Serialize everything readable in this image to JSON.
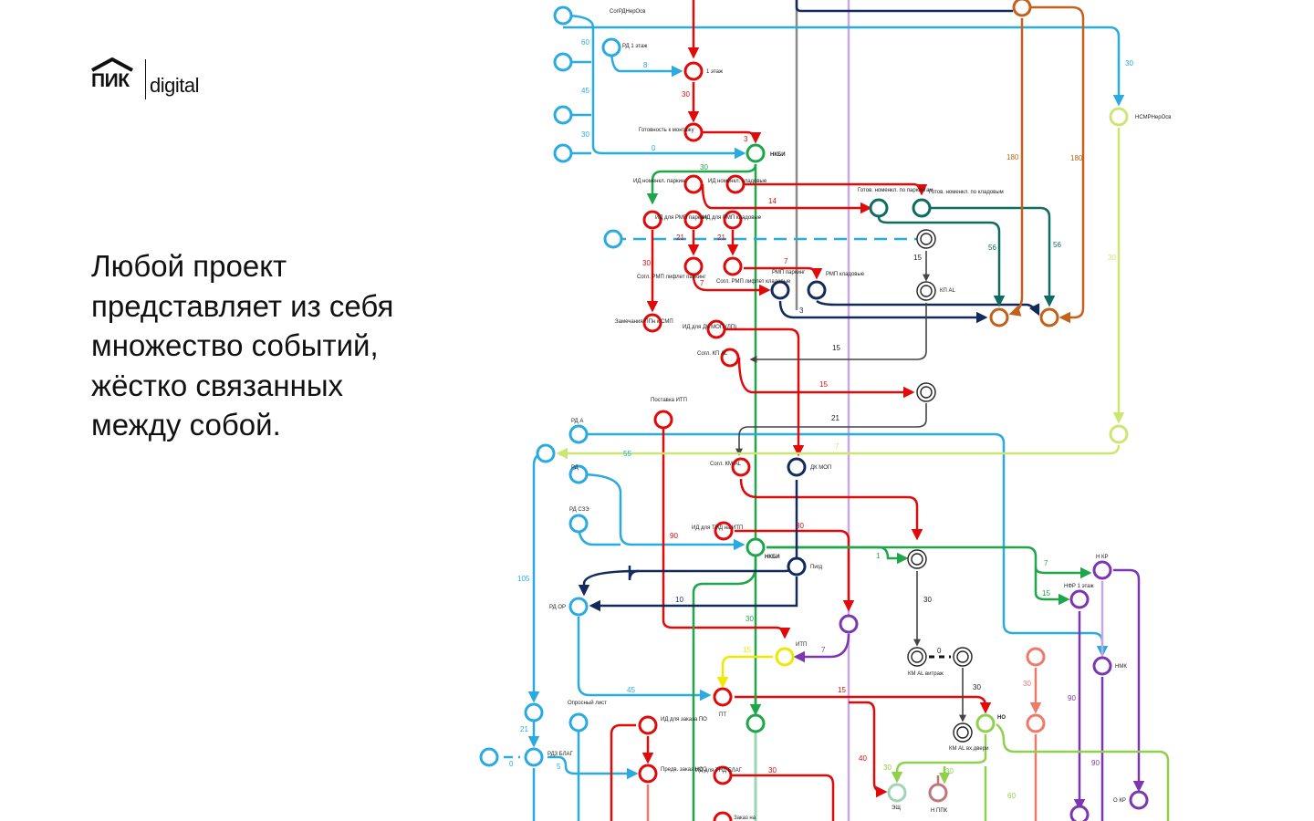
{
  "brand": {
    "logo_text": "ПИК",
    "product": "digital"
  },
  "headline": "Любой проект представляет из себя множество событий, жёстко связанных между собой.",
  "diagram": {
    "colors": {
      "cyan": "#29abe2",
      "red": "#e00a0a",
      "green": "#1fa64a",
      "navy": "#132a5c",
      "teal": "#0f6b63",
      "brown": "#c4601a",
      "lime": "#cde672",
      "purple": "#7b36b0",
      "violet": "#c8a8e0",
      "gray": "#8a8a8a",
      "yellow": "#f0e800",
      "salmon": "#f07a6a",
      "lightgreen": "#8fd14f",
      "pink": "#c0767a",
      "mint": "#9fd4b4"
    },
    "labels": [
      "СогРДНерОсв",
      "РД 1 этаж",
      "1 этаж",
      "Готовность к монтажу",
      "НКБИ",
      "ИД номенкл. паркинг",
      "ИД номенкл. кладовые",
      "ИД для РМП паркинг",
      "ИД для РМП кладовые",
      "Согл. РМП лифлет паркинг",
      "Согл. РМП лифлет кладовые",
      "РМП паркинг",
      "РМП кладовые",
      "Замечания ППн к СМП",
      "Готов. номенкл. по паркингам",
      "Готов. номенкл. по кладовым",
      "КП AL",
      "ИД для ДК МОП (ЛП)",
      "Согл. КП AL",
      "Поставка ИТП",
      "ДК МОП",
      "Согл. КМ AL",
      "НСМРНерОсв",
      "РД А",
      "РД",
      "РД СЗЭ",
      "ИД для ТНД на ИТП",
      "НКБИ",
      "Пигд",
      "РД ОР",
      "ИТП",
      "ПТ",
      "КМ AL витраж",
      "КМ AL вх.двери",
      "НО",
      "ЭЩ",
      "Н ППК",
      "Н КР",
      "НФР 1 этаж",
      "НМК",
      "О КР",
      "Опросный лист",
      "РД3 БЛАГ",
      "ИД для заказа ПО",
      "Предв. заказ НСС",
      "ИД для ТНД БЛАГ",
      "Заказ на"
    ],
    "edge_values": [
      "60",
      "45",
      "30",
      "0",
      "8",
      "30",
      "3",
      "30",
      "14",
      "21",
      "21",
      "30",
      "7",
      "7",
      "3",
      "56",
      "56",
      "15",
      "15",
      "15",
      "21",
      "180",
      "180",
      "30",
      "30",
      "55",
      "7",
      "90",
      "30",
      "1",
      "30",
      "7",
      "15",
      "105",
      "10",
      "30",
      "15",
      "7",
      "45",
      "15",
      "0",
      "30",
      "40",
      "30",
      "30",
      "30",
      "90",
      "90",
      "60",
      "21",
      "0",
      "5",
      "30"
    ]
  }
}
